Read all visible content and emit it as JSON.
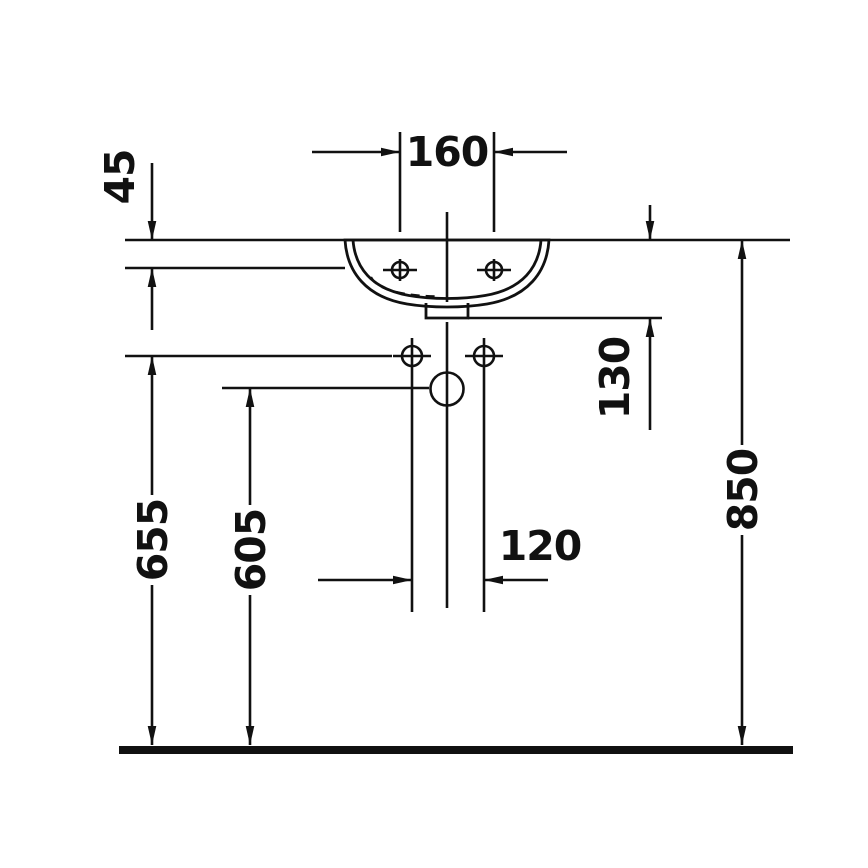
{
  "drawing": {
    "dimensions": {
      "faucet_holes_spacing": "160",
      "rim_to_tap_level": "45",
      "rim_to_outlet": "130",
      "floor_to_fixing_holes": "655",
      "floor_to_drain_center": "605",
      "supply_lines_spacing": "120",
      "floor_to_rim": "850"
    }
  },
  "colors": {
    "ink": "#111111",
    "background": "#ffffff"
  }
}
